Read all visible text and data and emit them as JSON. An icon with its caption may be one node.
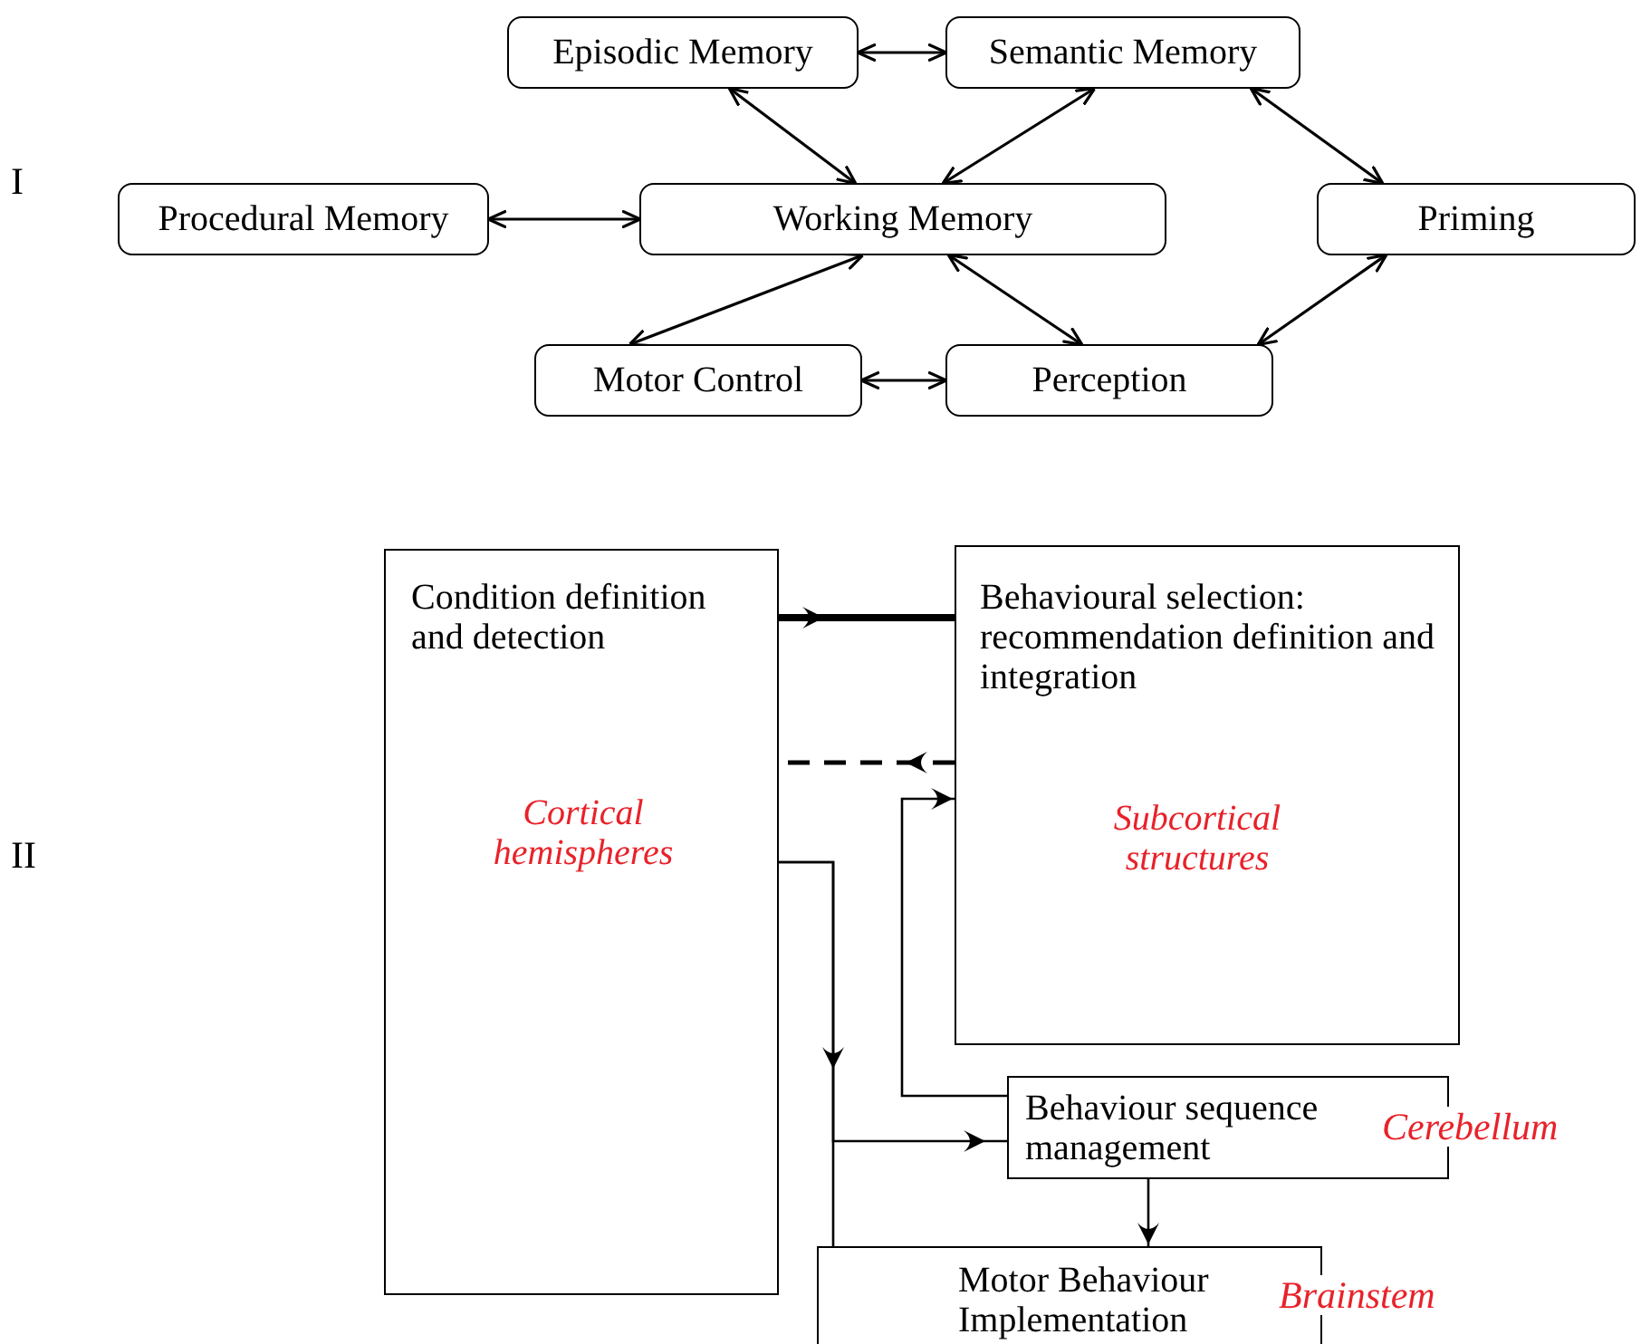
{
  "diagram": {
    "nodes": [
      {
        "text": [
          "Episodic Memory"
        ]
      },
      {
        "text": [
          "Semantic Memory"
        ]
      },
      {
        "text": [
          "Procedural Memory"
        ]
      },
      {
        "text": [
          "Working Memory"
        ]
      },
      {
        "text": [
          "Priming"
        ]
      },
      {
        "text": [
          "Motor Control"
        ]
      },
      {
        "text": [
          "Perception"
        ]
      },
      {
        "text": [
          "Condition definition and detection",
          "Cortical hemispheres"
        ]
      },
      {
        "text": [
          "Behavioural selection: recommendation definition and integration",
          "Subcortical structures"
        ]
      },
      {
        "text": [
          "Behaviour sequence management"
        ],
        "beside": [
          "Cerebellum"
        ]
      },
      {
        "text": [
          "Motor Behaviour Implementation"
        ],
        "beside": [
          "Brainstem"
        ]
      }
    ],
    "edges": [
      {
        "from": 0,
        "to": 1,
        "arrow": "both"
      },
      {
        "from": 0,
        "to": 3,
        "arrow": "both"
      },
      {
        "from": 1,
        "to": 3,
        "arrow": "both"
      },
      {
        "from": 1,
        "to": 4,
        "arrow": "both"
      },
      {
        "from": 2,
        "to": 3,
        "arrow": "both"
      },
      {
        "from": 3,
        "to": 5,
        "arrow": "both"
      },
      {
        "from": 3,
        "to": 6,
        "arrow": "both"
      },
      {
        "from": 5,
        "to": 6,
        "arrow": "both"
      },
      {
        "from": 6,
        "to": 4,
        "arrow": "both"
      },
      {
        "from": 7,
        "to": 8,
        "arrow": "to",
        "style": "thick"
      },
      {
        "from": 8,
        "to": 7,
        "arrow": "to",
        "style": "dashed"
      },
      {
        "from": 7,
        "to": 9,
        "arrow": "to"
      },
      {
        "from": 7,
        "to": 10,
        "arrow": "to"
      },
      {
        "from": 9,
        "to": 8,
        "arrow": "to"
      },
      {
        "from": 9,
        "to": 10,
        "arrow": "to"
      }
    ],
    "labels": [
      "I",
      "II"
    ]
  }
}
